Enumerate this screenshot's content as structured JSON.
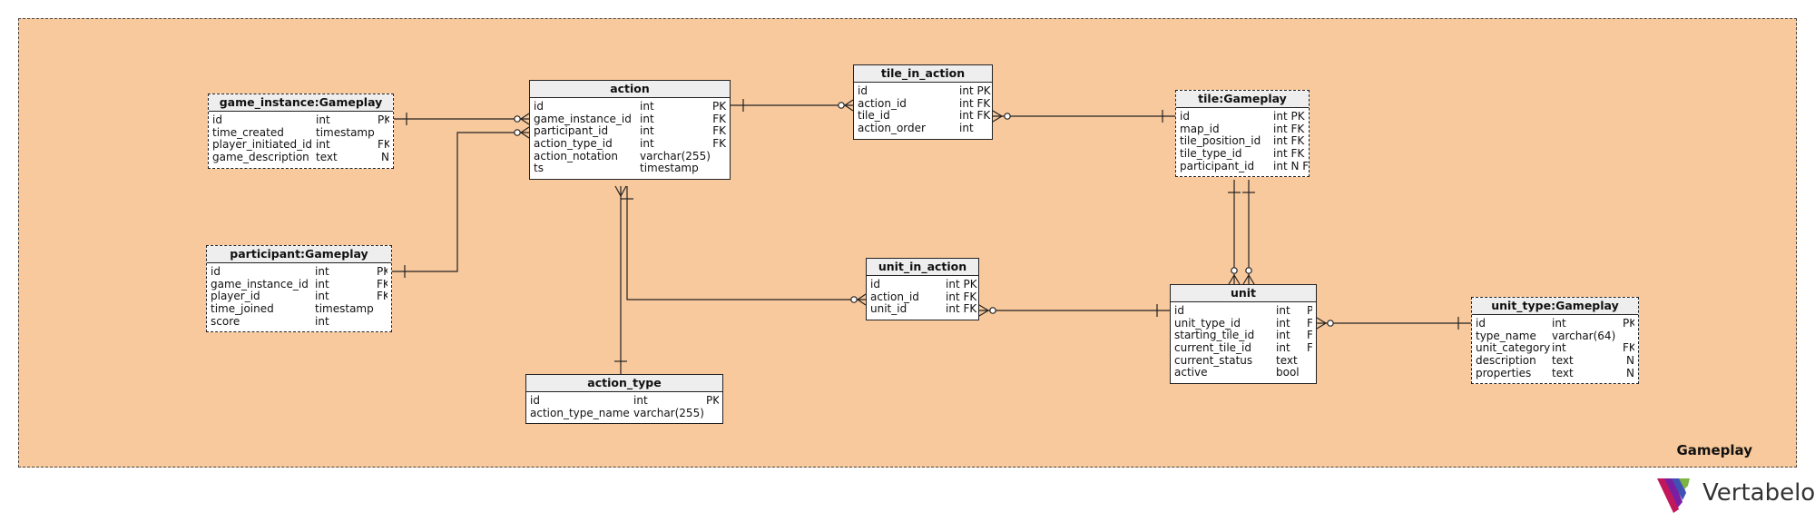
{
  "area": {
    "name": "Gameplay"
  },
  "brand": {
    "name": "Vertabelo"
  },
  "tables": [
    {
      "key": "game_instance",
      "title": "game_instance:Gameplay",
      "reference": true,
      "columns": [
        [
          "id",
          "int",
          "PK"
        ],
        [
          "time_created",
          "timestamp",
          ""
        ],
        [
          "player_initiated_id",
          "int",
          "FK"
        ],
        [
          "game_description",
          "text",
          "N"
        ]
      ]
    },
    {
      "key": "participant",
      "title": "participant:Gameplay",
      "reference": true,
      "columns": [
        [
          "id",
          "int",
          "PK"
        ],
        [
          "game_instance_id",
          "int",
          "FK"
        ],
        [
          "player_id",
          "int",
          "FK"
        ],
        [
          "time_joined",
          "timestamp",
          ""
        ],
        [
          "score",
          "int",
          ""
        ]
      ]
    },
    {
      "key": "action",
      "title": "action",
      "reference": false,
      "columns": [
        [
          "id",
          "int",
          "PK"
        ],
        [
          "game_instance_id",
          "int",
          "FK"
        ],
        [
          "participant_id",
          "int",
          "FK"
        ],
        [
          "action_type_id",
          "int",
          "FK"
        ],
        [
          "action_notation",
          "varchar(255)",
          ""
        ],
        [
          "ts",
          "timestamp",
          ""
        ]
      ]
    },
    {
      "key": "action_type",
      "title": "action_type",
      "reference": false,
      "columns": [
        [
          "id",
          "int",
          "PK"
        ],
        [
          "action_type_name",
          "varchar(255)",
          ""
        ]
      ]
    },
    {
      "key": "tile_in_action",
      "title": "tile_in_action",
      "reference": false,
      "columns": [
        [
          "id",
          "int PK",
          ""
        ],
        [
          "action_id",
          "int FK",
          ""
        ],
        [
          "tile_id",
          "int FK",
          ""
        ],
        [
          "action_order",
          "int",
          ""
        ]
      ]
    },
    {
      "key": "unit_in_action",
      "title": "unit_in_action",
      "reference": false,
      "columns": [
        [
          "id",
          "int PK",
          ""
        ],
        [
          "action_id",
          "int FK",
          ""
        ],
        [
          "unit_id",
          "int FK",
          ""
        ]
      ]
    },
    {
      "key": "tile",
      "title": "tile:Gameplay",
      "reference": true,
      "columns": [
        [
          "id",
          "int PK",
          ""
        ],
        [
          "map_id",
          "int FK",
          ""
        ],
        [
          "tile_position_id",
          "int FK",
          ""
        ],
        [
          "tile_type_id",
          "int FK",
          ""
        ],
        [
          "participant_id",
          "int N FK",
          ""
        ]
      ]
    },
    {
      "key": "unit",
      "title": "unit",
      "reference": false,
      "columns": [
        [
          "id",
          "int",
          "PK"
        ],
        [
          "unit_type_id",
          "int",
          "FK"
        ],
        [
          "starting_tile_id",
          "int",
          "FK"
        ],
        [
          "current_tile_id",
          "int",
          "FK"
        ],
        [
          "current_status",
          "text",
          ""
        ],
        [
          "active",
          "bool",
          ""
        ]
      ]
    },
    {
      "key": "unit_type",
      "title": "unit_type:Gameplay",
      "reference": true,
      "columns": [
        [
          "id",
          "int",
          "PK"
        ],
        [
          "type_name",
          "varchar(64)",
          ""
        ],
        [
          "unit_category",
          "int",
          "FK"
        ],
        [
          "description",
          "text",
          "N"
        ],
        [
          "properties",
          "text",
          "N"
        ]
      ]
    }
  ],
  "relationships": [
    {
      "from": "game_instance",
      "to": "action",
      "from_card": "one",
      "to_card": "zero-or-many"
    },
    {
      "from": "participant",
      "to": "action",
      "from_card": "one",
      "to_card": "zero-or-many"
    },
    {
      "from": "action_type",
      "to": "action",
      "from_card": "one",
      "to_card": "many"
    },
    {
      "from": "action",
      "to": "tile_in_action",
      "from_card": "one",
      "to_card": "zero-or-many"
    },
    {
      "from": "action",
      "to": "unit_in_action",
      "from_card": "one",
      "to_card": "zero-or-many"
    },
    {
      "from": "tile",
      "to": "tile_in_action",
      "from_card": "one",
      "to_card": "zero-or-many"
    },
    {
      "from": "unit",
      "to": "unit_in_action",
      "from_card": "one",
      "to_card": "zero-or-many"
    },
    {
      "from": "tile",
      "to": "unit",
      "from_card": "one",
      "to_card": "zero-or-many"
    },
    {
      "from": "tile",
      "to": "unit",
      "from_card": "one",
      "to_card": "zero-or-many"
    },
    {
      "from": "unit_type",
      "to": "unit",
      "from_card": "one",
      "to_card": "zero-or-many"
    }
  ]
}
